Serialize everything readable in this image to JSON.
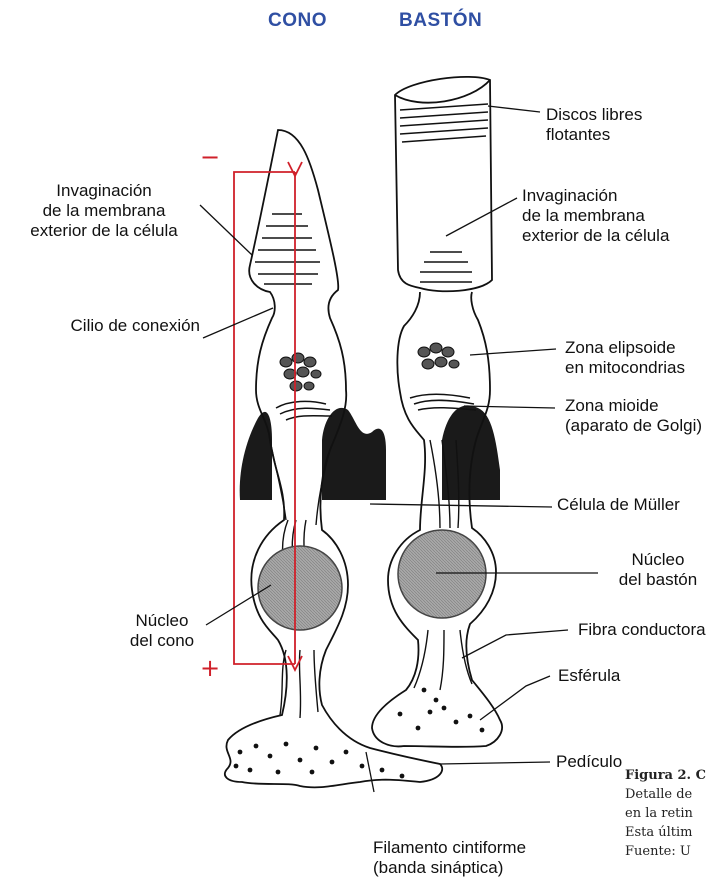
{
  "headers": {
    "cone": "CONO",
    "rod": "BASTÓN"
  },
  "signs": {
    "minus": "−",
    "plus": "+"
  },
  "labels": {
    "cone_invagination": [
      "Invaginación",
      "de la membrana",
      "exterior de la célula"
    ],
    "cilium": "Cilio de conexión",
    "cone_nucleus": [
      "Núcleo",
      "del cono"
    ],
    "filament": [
      "Filamento cintiforme",
      "(banda sináptica)"
    ],
    "free_discs": [
      "Discos libres",
      "flotantes"
    ],
    "rod_invagination": [
      "Invaginación",
      "de la membrana",
      "exterior de la célula"
    ],
    "ellipsoid": [
      "Zona elipsoide",
      "en mitocondrias"
    ],
    "myoid": [
      "Zona mioide",
      "(aparato de Golgi)"
    ],
    "muller": "Célula de Müller",
    "rod_nucleus": [
      "Núcleo",
      "del bastón"
    ],
    "fiber": "Fibra conductora",
    "spherule": "Esférula",
    "pedicle": "Pedículo"
  },
  "caption": {
    "title": "Figura 2. C",
    "lines": [
      "Detalle de",
      "en la retin",
      "Esta últim",
      "Fuente: U"
    ]
  },
  "colors": {
    "header": "#2f4fa3",
    "arrow": "#d0202a",
    "nucleus": "#9a9a9a",
    "ink": "#111111"
  }
}
